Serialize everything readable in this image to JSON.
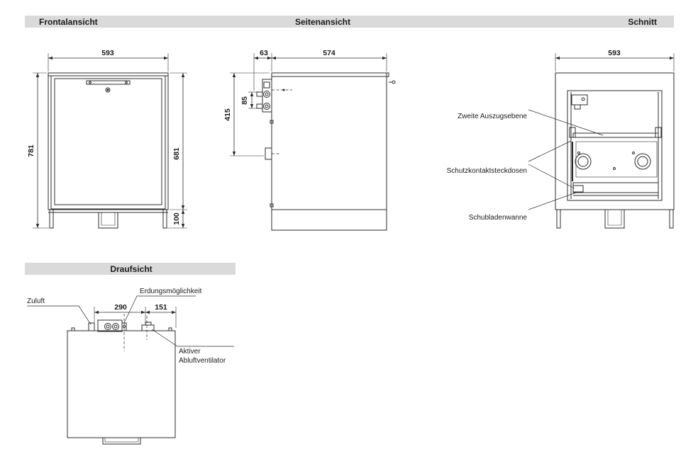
{
  "colors": {
    "header_band": "#dadada",
    "section_fill": "#8c8c8c"
  },
  "header": {
    "front": "Frontalansicht",
    "side": "Seitenansicht",
    "section": "Schnitt"
  },
  "front_view": {
    "dim_width": "593",
    "dim_total_height": "781",
    "dim_body_height": "681",
    "dim_plinth_height": "100"
  },
  "side_view": {
    "dim_connector_depth": "63",
    "dim_depth": "574",
    "dim_connector_spacing": "85",
    "dim_connector_height": "415"
  },
  "section_view": {
    "dim_width": "593",
    "callout_second_level": "Zweite Auszugsebene",
    "callout_sockets": "Schutzkontaktsteckdosen",
    "callout_tray": "Schubladenwanne"
  },
  "top_view": {
    "title": "Draufsicht",
    "dim_supply_to_fan": "290",
    "dim_fan_to_edge": "151",
    "callout_supply": "Zuluft",
    "callout_grounding": "Erdungsmöglichkeit",
    "callout_fan_line1": "Aktiver",
    "callout_fan_line2": "Abluftventilator"
  }
}
